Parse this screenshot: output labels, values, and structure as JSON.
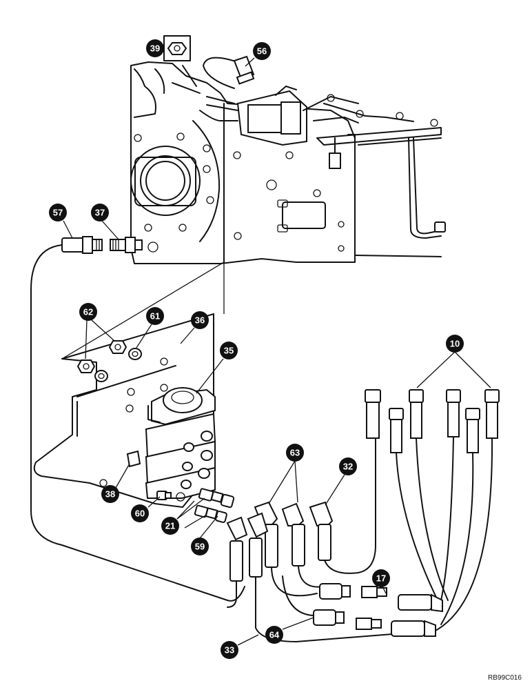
{
  "callouts": [
    {
      "id": "39",
      "label": "39"
    },
    {
      "id": "56",
      "label": "56"
    },
    {
      "id": "57",
      "label": "57"
    },
    {
      "id": "37",
      "label": "37"
    },
    {
      "id": "62",
      "label": "62"
    },
    {
      "id": "61",
      "label": "61"
    },
    {
      "id": "36",
      "label": "36"
    },
    {
      "id": "35",
      "label": "35"
    },
    {
      "id": "10",
      "label": "10"
    },
    {
      "id": "63",
      "label": "63"
    },
    {
      "id": "32",
      "label": "32"
    },
    {
      "id": "38",
      "label": "38"
    },
    {
      "id": "60",
      "label": "60"
    },
    {
      "id": "21",
      "label": "21"
    },
    {
      "id": "59",
      "label": "59"
    },
    {
      "id": "17",
      "label": "17"
    },
    {
      "id": "64",
      "label": "64"
    },
    {
      "id": "33",
      "label": "33"
    }
  ],
  "reference_code": "RB99C016"
}
